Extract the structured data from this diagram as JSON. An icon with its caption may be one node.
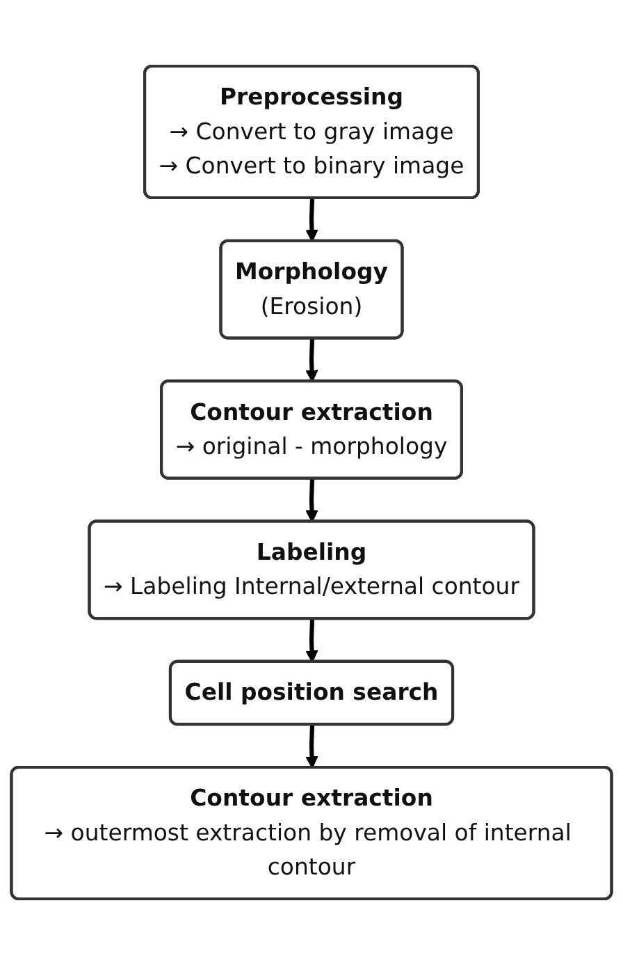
{
  "diagram": {
    "nodes": [
      {
        "text": [
          "Preprocessing",
          "→ Convert to gray image",
          "→ Convert to binary image"
        ]
      },
      {
        "text": [
          "Morphology",
          "(Erosion)"
        ]
      },
      {
        "text": [
          "Contour extraction",
          "→ original - morphology"
        ]
      },
      {
        "text": [
          "Labeling",
          "→ Labeling Internal/external contour"
        ]
      },
      {
        "text": [
          "Cell position search"
        ]
      },
      {
        "text": [
          "Contour extraction",
          "→ outermost extraction by removal of internal contour"
        ]
      }
    ],
    "edges": [
      {
        "from": 0,
        "to": 1,
        "arrow": "to"
      },
      {
        "from": 1,
        "to": 2,
        "arrow": "to"
      },
      {
        "from": 2,
        "to": 3,
        "arrow": "to"
      },
      {
        "from": 3,
        "to": 4,
        "arrow": "to"
      },
      {
        "from": 4,
        "to": 5,
        "arrow": "to"
      }
    ]
  }
}
